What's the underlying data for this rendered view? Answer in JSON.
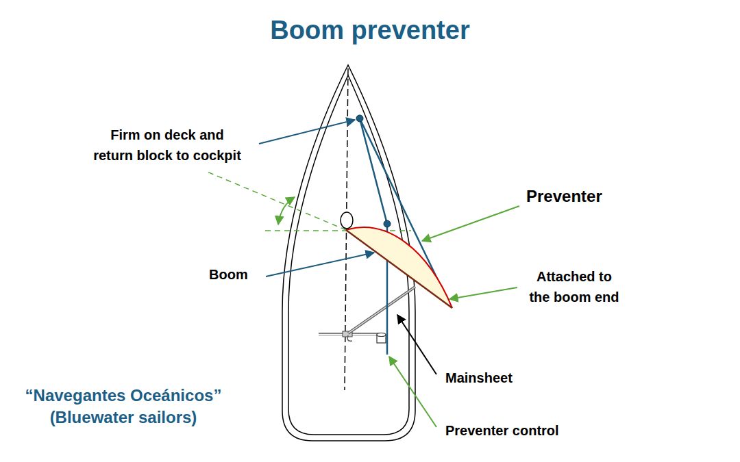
{
  "diagram": {
    "title": "Boom preventer",
    "labels": [
      "Firm on deck and return block to cockpit",
      "Preventer",
      "Boom",
      "Attached to the boom end",
      "Mainsheet",
      "Preventer control",
      "“Navegantes Oceánicos” (Bluewater sailors)"
    ]
  }
}
